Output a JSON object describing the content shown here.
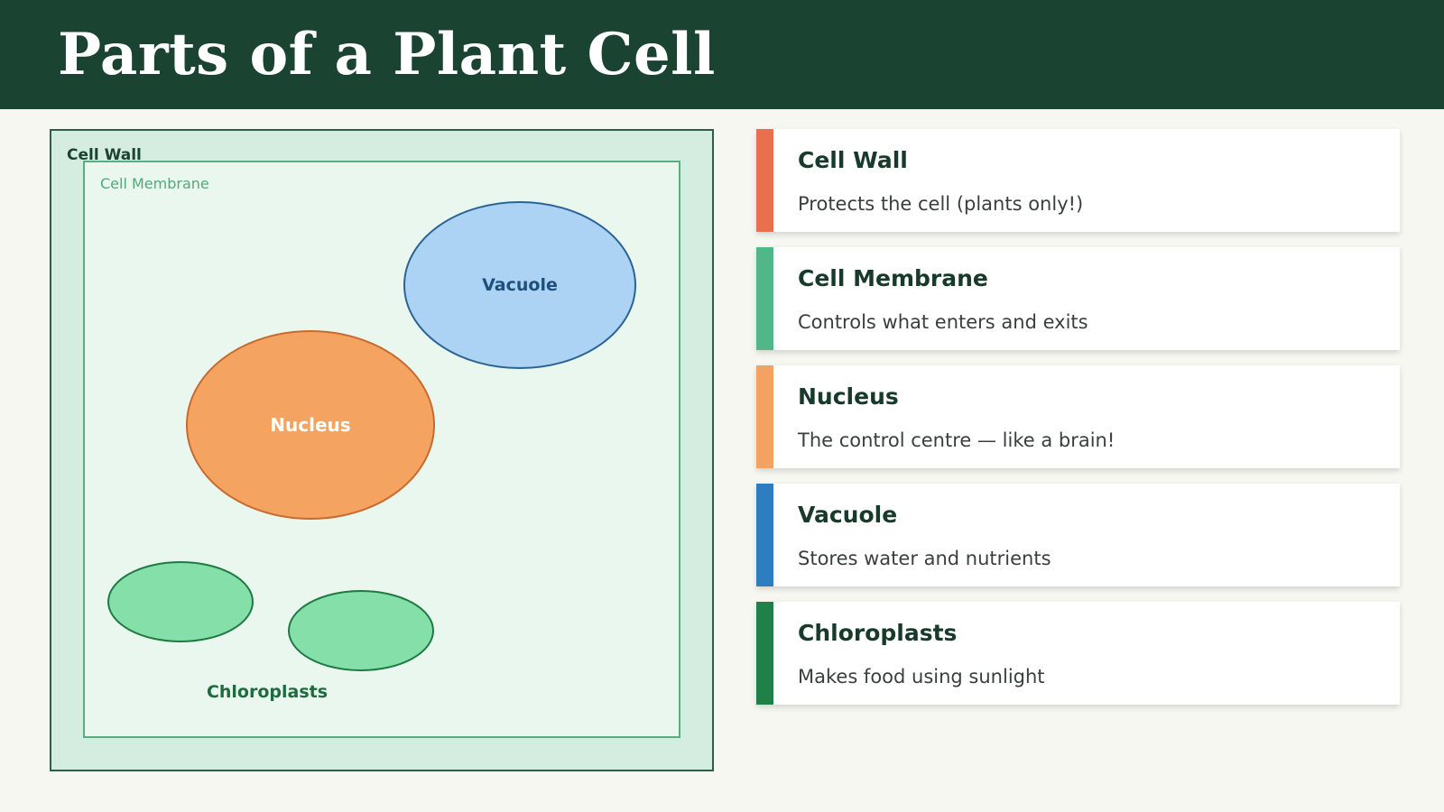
{
  "header": {
    "title": "Parts of a Plant Cell"
  },
  "colors": {
    "header_bg": "#1b4332",
    "cell_wall_fill": "#d4ede0",
    "cell_wall_stroke": "#2f5e48",
    "membrane_fill": "#eaf7ee",
    "membrane_stroke": "#5aad80",
    "vacuole_fill": "#acd3f3",
    "vacuole_stroke": "#2a6496",
    "nucleus_fill": "#f4a460",
    "nucleus_stroke": "#c86a30",
    "chloroplast_fill": "#84e0a8",
    "chloroplast_stroke": "#1e7a42"
  },
  "diagram": {
    "cell_wall_label": "Cell Wall",
    "cell_membrane_label": "Cell Membrane",
    "vacuole_label": "Vacuole",
    "nucleus_label": "Nucleus",
    "chloroplasts_label": "Chloroplasts"
  },
  "cards": [
    {
      "title": "Cell Wall",
      "desc": "Protects the cell (plants only!)",
      "color": "#e8704e"
    },
    {
      "title": "Cell Membrane",
      "desc": "Controls what enters and exits",
      "color": "#52b788"
    },
    {
      "title": "Nucleus",
      "desc": "The control centre — like a brain!",
      "color": "#f4a261"
    },
    {
      "title": "Vacuole",
      "desc": "Stores water and nutrients",
      "color": "#2e7dc0"
    },
    {
      "title": "Chloroplasts",
      "desc": "Makes food using sunlight",
      "color": "#1f8048"
    }
  ]
}
